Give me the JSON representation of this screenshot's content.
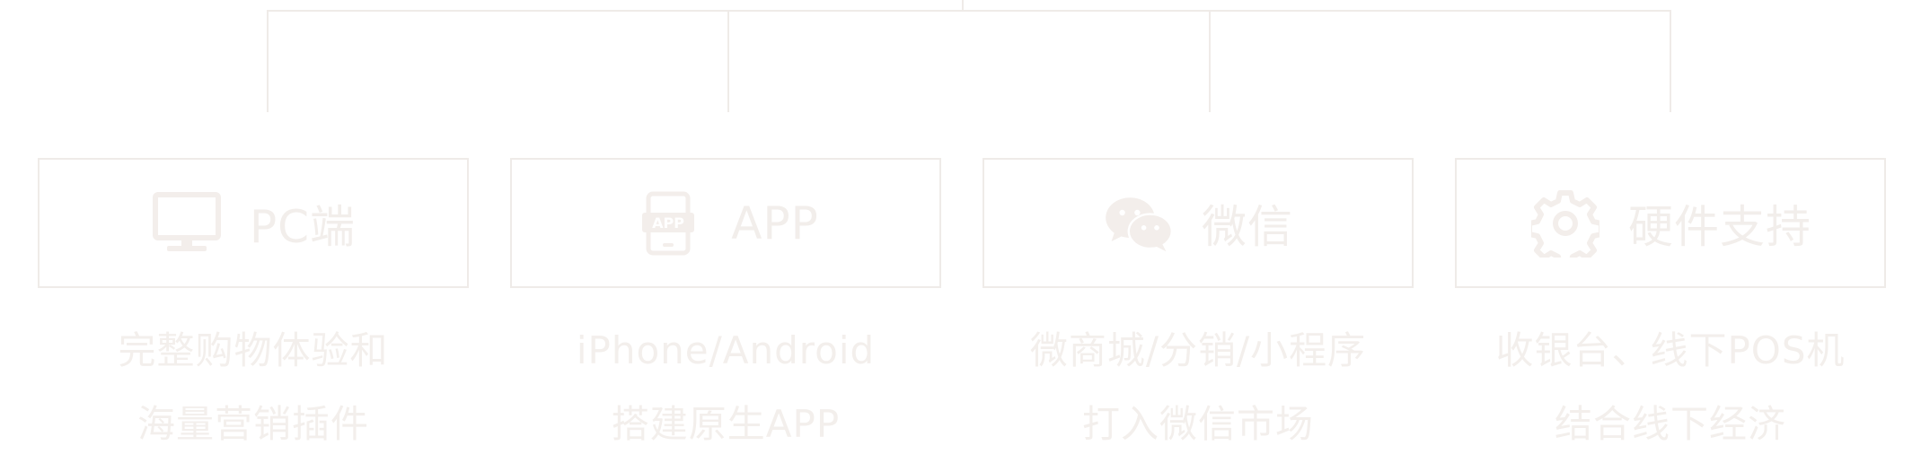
{
  "colors": {
    "line": "#efebe8",
    "border": "#efebe8",
    "icon": "#f3eeeb",
    "text": "#f2eeeb"
  },
  "columns": [
    {
      "icon": "monitor-icon",
      "title": "PC端",
      "desc": [
        "完整购物体验和",
        "海量营销插件"
      ]
    },
    {
      "icon": "app-phone-icon",
      "title": "APP",
      "desc": [
        "iPhone/Android",
        "搭建原生APP"
      ]
    },
    {
      "icon": "wechat-icon",
      "title": "微信",
      "desc": [
        "微商城/分销/小程序",
        "打入微信市场"
      ]
    },
    {
      "icon": "gear-icon",
      "title": "硬件支持",
      "desc": [
        "收银台、线下POS机",
        "结合线下经济"
      ]
    }
  ]
}
